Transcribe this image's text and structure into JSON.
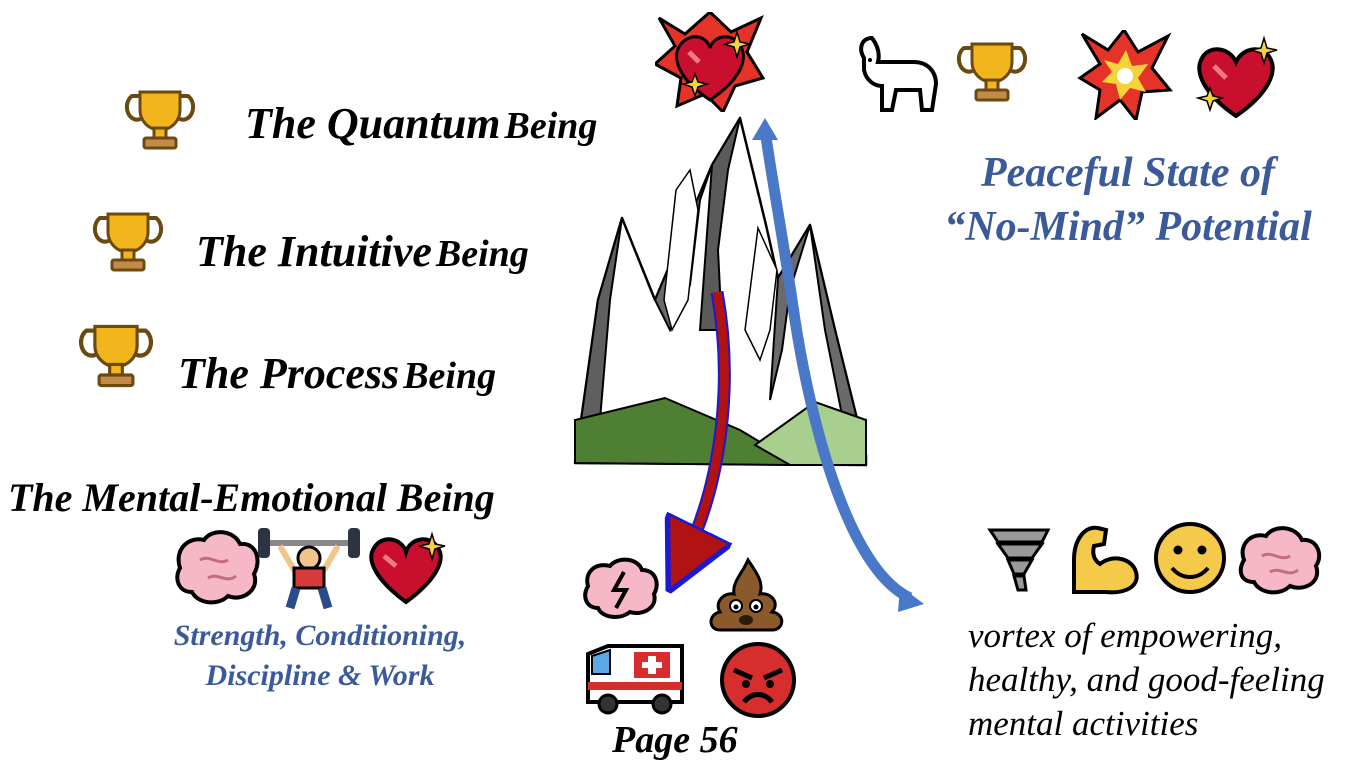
{
  "levels": [
    {
      "title": "The Quantum",
      "suffix": "Being"
    },
    {
      "title": "The Intuitive",
      "suffix": "Being"
    },
    {
      "title": "The Process",
      "suffix": "Being"
    },
    {
      "title": "The Mental-Emotional Being",
      "suffix": ""
    }
  ],
  "peak_caption": {
    "line1": "Peaceful State of",
    "line2": "“No-Mind” Potential"
  },
  "base_caption": {
    "line1": "Strength, Conditioning,",
    "line2": "Discipline & Work"
  },
  "vortex_caption": {
    "line1": "vortex of empowering,",
    "line2": "healthy, and good-feeling",
    "line3": "mental activities"
  },
  "footer_text": "Page 56",
  "icons": {
    "level_trophy": "trophy-icon",
    "peak_top": "sparkling-heart-burst-icon",
    "peak_row": [
      "goat-icon",
      "trophy-icon",
      "collision-icon",
      "sparkling-heart-icon"
    ],
    "base_row": [
      "brain-icon",
      "weightlifter-icon",
      "sparkling-heart-icon"
    ],
    "down_row": [
      "zapped-brain-icon",
      "poop-icon",
      "ambulance-icon",
      "angry-face-icon"
    ],
    "vortex_row": [
      "tornado-icon",
      "flexed-biceps-icon",
      "smiling-face-icon",
      "brain-icon"
    ]
  },
  "colors": {
    "caption_blue": "#3a5a9a",
    "arrow_red": "#b11212",
    "arrow_blue": "#4a78c8",
    "hill_dark": "#4f7f32",
    "hill_light": "#a9cf8e"
  }
}
